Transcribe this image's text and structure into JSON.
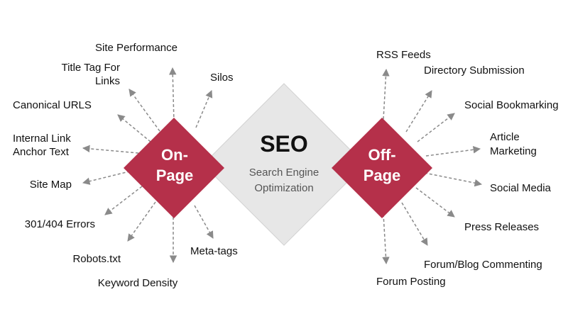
{
  "seo": {
    "title": "SEO",
    "subtitle_line1": "Search Engine",
    "subtitle_line2": "Optimization"
  },
  "on_page": {
    "label_line1": "On-",
    "label_line2": "Page",
    "items": [
      "Site Performance",
      "Title Tag For",
      "Links",
      "Silos",
      "Canonical URLS",
      "Internal Link",
      "Anchor Text",
      "Site Map",
      "301/404 Errors",
      "Robots.txt",
      "Meta-tags",
      "Keyword Density"
    ]
  },
  "off_page": {
    "label_line1": "Off-",
    "label_line2": "Page",
    "items": [
      "RSS Feeds",
      "Directory Submission",
      "Social Bookmarking",
      "Article",
      "Marketing",
      "Social Media",
      "Press Releases",
      "Forum/Blog Commenting",
      "Forum Posting"
    ]
  },
  "colors": {
    "diamond_red": "#b5304a",
    "center_gray": "#e7e7e7",
    "arrow_gray": "#8a8a8a"
  }
}
